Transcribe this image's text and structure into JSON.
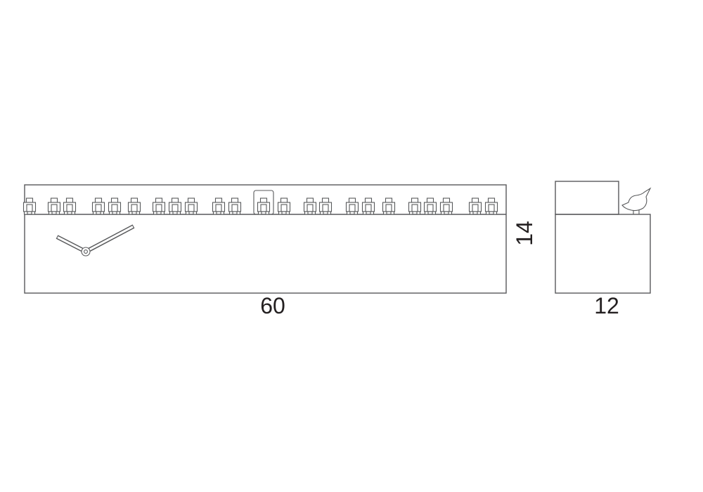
{
  "drawing": {
    "type": "technical-dimension-drawing",
    "subject": "wall clock shelf with clothespin clips and bird figure",
    "line_color": "#58595b",
    "text_color": "#231f20",
    "background_color": "#ffffff",
    "dimensions": {
      "width_label": "60",
      "depth_label": "12",
      "height_label": "14"
    },
    "icons": {
      "clip": "clip-icon",
      "hook_cover": "hook-cover-icon",
      "clock_hands": "clock-hands-icon",
      "bird": "bird-icon"
    }
  }
}
